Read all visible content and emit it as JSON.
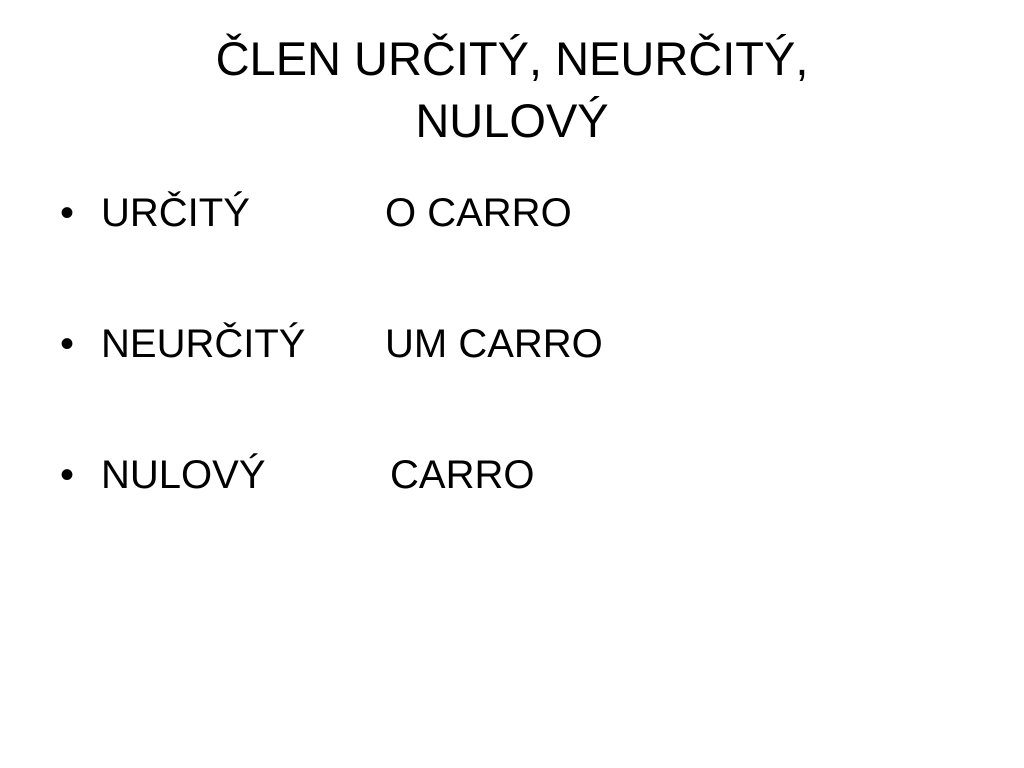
{
  "slide": {
    "title_line1": "ČLEN URČITÝ, NEURČITÝ,",
    "title_line2": "NULOVÝ",
    "bullet_symbol": "•",
    "items": [
      {
        "term": "URČITÝ",
        "example": "O CARRO"
      },
      {
        "term": "NEURČITÝ",
        "example": "UM CARRO"
      },
      {
        "term": "NULOVÝ",
        "example": "CARRO"
      }
    ]
  }
}
